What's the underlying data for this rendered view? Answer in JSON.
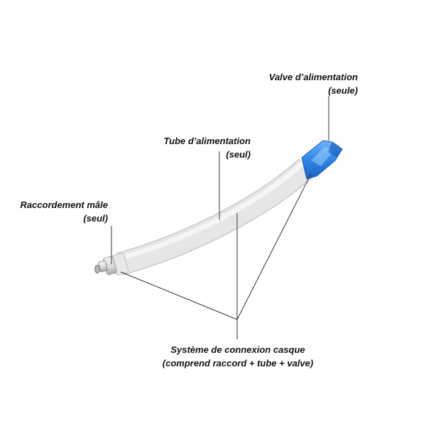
{
  "labels": {
    "valve": {
      "line1": "Valve d’alimentation",
      "line2": "(seule)"
    },
    "tube": {
      "line1": "Tube d’alimentation",
      "line2": "(seul)"
    },
    "male_connector": {
      "line1": "Raccordement mâle",
      "line2": "(seul)"
    },
    "system": {
      "line1": "Système de connexion casque",
      "line2": "(comprend raccord + tube + valve)"
    }
  },
  "colors": {
    "valve_blue": "#2f86e6",
    "tube_gray": "#e4e4e6",
    "leader_line": "#333333"
  }
}
